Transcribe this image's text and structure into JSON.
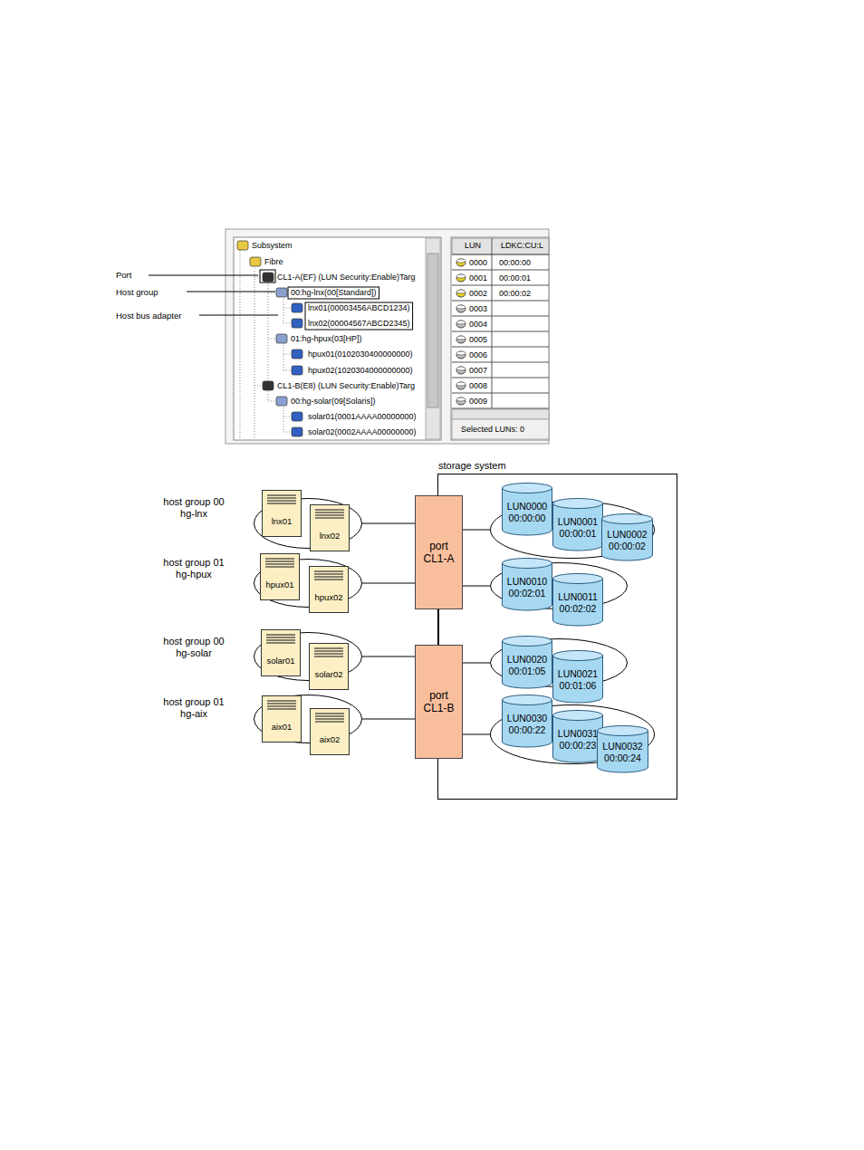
{
  "diagram": {
    "nodes": [
      {
        "text": [
          "host group 00",
          "hg-lnx"
        ]
      },
      {
        "text": [
          "lnx01"
        ],
        "in": 0
      },
      {
        "text": [
          "lnx02"
        ],
        "in": 0
      },
      {
        "text": [
          "host group 01",
          "hg-hpux"
        ]
      },
      {
        "text": [
          "hpux01"
        ],
        "in": 3
      },
      {
        "text": [
          "hpux02"
        ],
        "in": 3
      },
      {
        "text": [
          "host group 00",
          "hg-solar"
        ]
      },
      {
        "text": [
          "solar01"
        ],
        "in": 6
      },
      {
        "text": [
          "solar02"
        ],
        "in": 6
      },
      {
        "text": [
          "host group 01",
          "hg-aix"
        ]
      },
      {
        "text": [
          "aix01"
        ],
        "in": 9
      },
      {
        "text": [
          "aix02"
        ],
        "in": 9
      },
      {
        "text": [
          "port CL1-A"
        ]
      },
      {
        "text": [
          "port CL1-B"
        ]
      },
      {
        "text": [
          "storage system"
        ]
      },
      {
        "text": [],
        "in": 14
      },
      {
        "text": [
          "LUN0000",
          "00:00:00"
        ],
        "in": 15
      },
      {
        "text": [
          "LUN0001",
          "00:00:01"
        ],
        "in": 15
      },
      {
        "text": [
          "LUN0002",
          "00:00:02"
        ],
        "in": 15
      },
      {
        "text": [],
        "in": 14
      },
      {
        "text": [
          "LUN0010",
          "00:02:01"
        ],
        "in": 19
      },
      {
        "text": [
          "LUN0011",
          "00:02:02"
        ],
        "in": 19
      },
      {
        "text": [],
        "in": 14
      },
      {
        "text": [
          "LUN0020",
          "00:01:05"
        ],
        "in": 22
      },
      {
        "text": [
          "LUN0021",
          "00:01:06"
        ],
        "in": 22
      },
      {
        "text": [],
        "in": 14
      },
      {
        "text": [
          "LUN0030",
          "00:00:22"
        ],
        "in": 25
      },
      {
        "text": [
          "LUN0031",
          "00:00:23"
        ],
        "in": 25
      },
      {
        "text": [
          "LUN0032",
          "00:00:24"
        ],
        "in": 25
      }
    ],
    "edges": [
      {
        "from": 0,
        "to": 12,
        "arrow": "none"
      },
      {
        "from": 3,
        "to": 12,
        "arrow": "none"
      },
      {
        "from": 6,
        "to": 13,
        "arrow": "none"
      },
      {
        "from": 9,
        "to": 13,
        "arrow": "none"
      },
      {
        "from": 12,
        "to": 15,
        "arrow": "none"
      },
      {
        "from": 12,
        "to": 19,
        "arrow": "none"
      },
      {
        "from": 13,
        "to": 22,
        "arrow": "none"
      },
      {
        "from": 13,
        "to": 25,
        "arrow": "none"
      },
      {
        "from": 12,
        "to": 13,
        "arrow": "none"
      }
    ],
    "labels": [
      "Port",
      "Host group",
      "Host bus adapter",
      "Subsystem",
      "Fibre",
      "CL1-A(EF) (LUN Security:Enable)Targ",
      "00:hg-lnx(00[Standard])",
      "lnx01(00003456ABCD1234)",
      "lnx02(00004567ABCD2345)",
      "01:hg-hpux(03[HP])",
      "hpux01(0102030400000000)",
      "hpux02(1020304000000000)",
      "CL1-B(E8) (LUN Security:Enable)Targ",
      "00:hg-solar(09[Solaris])",
      "solar01(0001AAAA00000000)",
      "solar02(0002AAAA00000000)",
      "LUN",
      "LDKC:CU:L",
      "0000",
      "00:00:00",
      "0001",
      "00:00:01",
      "0002",
      "00:00:02",
      "0003",
      "0004",
      "0005",
      "0006",
      "0007",
      "0008",
      "0009",
      "Selected LUNs: 0"
    ]
  }
}
